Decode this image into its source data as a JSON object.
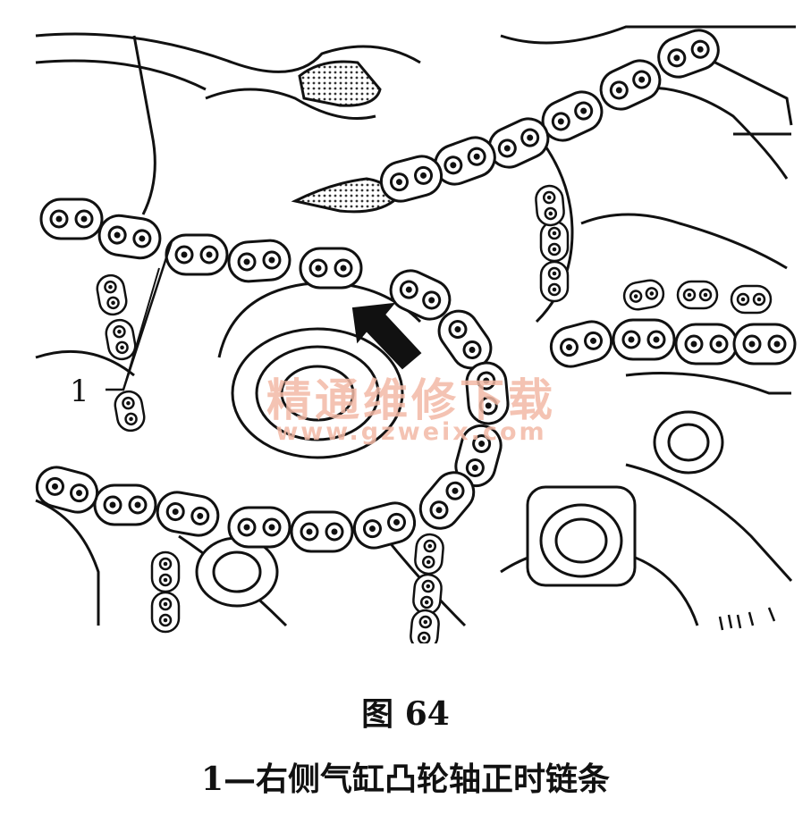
{
  "figure": {
    "number_label": "图 64",
    "caption": "1—右侧气缸凸轮轴正时链条"
  },
  "callouts": [
    {
      "id": "1",
      "text": "1"
    }
  ],
  "watermark": {
    "text": "精通维修下载",
    "url": "www.gzweix.com",
    "color": "#f3b9a6"
  },
  "colors": {
    "line": "#111111",
    "background": "#ffffff"
  }
}
